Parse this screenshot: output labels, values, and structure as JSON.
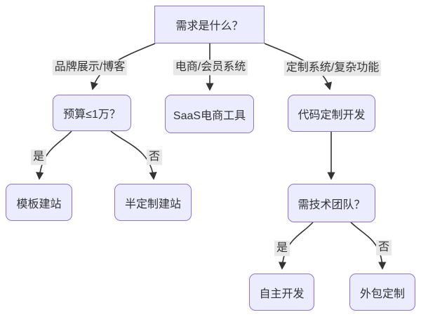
{
  "diagram": {
    "type": "flowchart-decision-tree",
    "direction": "top-down",
    "colors": {
      "node_fill": "#ECECFF",
      "node_border": "#9370DB",
      "edge_color": "#333333",
      "text_color": "#333333",
      "edge_label_bg": "#e8e8e8",
      "canvas_bg": "#ffffff"
    },
    "nodes": [
      {
        "id": "root",
        "label": "需求是什么？",
        "shape": "rect"
      },
      {
        "id": "budget",
        "label": "预算≤1万？",
        "shape": "rounded"
      },
      {
        "id": "saas",
        "label": "SaaS电商工具",
        "shape": "rounded"
      },
      {
        "id": "code",
        "label": "代码定制开发",
        "shape": "rounded"
      },
      {
        "id": "template",
        "label": "模板建站",
        "shape": "rounded"
      },
      {
        "id": "semi",
        "label": "半定制建站",
        "shape": "rounded"
      },
      {
        "id": "team",
        "label": "需技术团队？",
        "shape": "rounded"
      },
      {
        "id": "self",
        "label": "自主开发",
        "shape": "rounded"
      },
      {
        "id": "outsource",
        "label": "外包定制",
        "shape": "rounded"
      }
    ],
    "edges": [
      {
        "from": "root",
        "to": "budget",
        "label": "品牌展示/博客"
      },
      {
        "from": "root",
        "to": "saas",
        "label": "电商/会员系统"
      },
      {
        "from": "root",
        "to": "code",
        "label": "定制系统/复杂功能"
      },
      {
        "from": "budget",
        "to": "template",
        "label": "是"
      },
      {
        "from": "budget",
        "to": "semi",
        "label": "否"
      },
      {
        "from": "code",
        "to": "team",
        "label": ""
      },
      {
        "from": "team",
        "to": "self",
        "label": "是"
      },
      {
        "from": "team",
        "to": "outsource",
        "label": "否"
      }
    ]
  }
}
